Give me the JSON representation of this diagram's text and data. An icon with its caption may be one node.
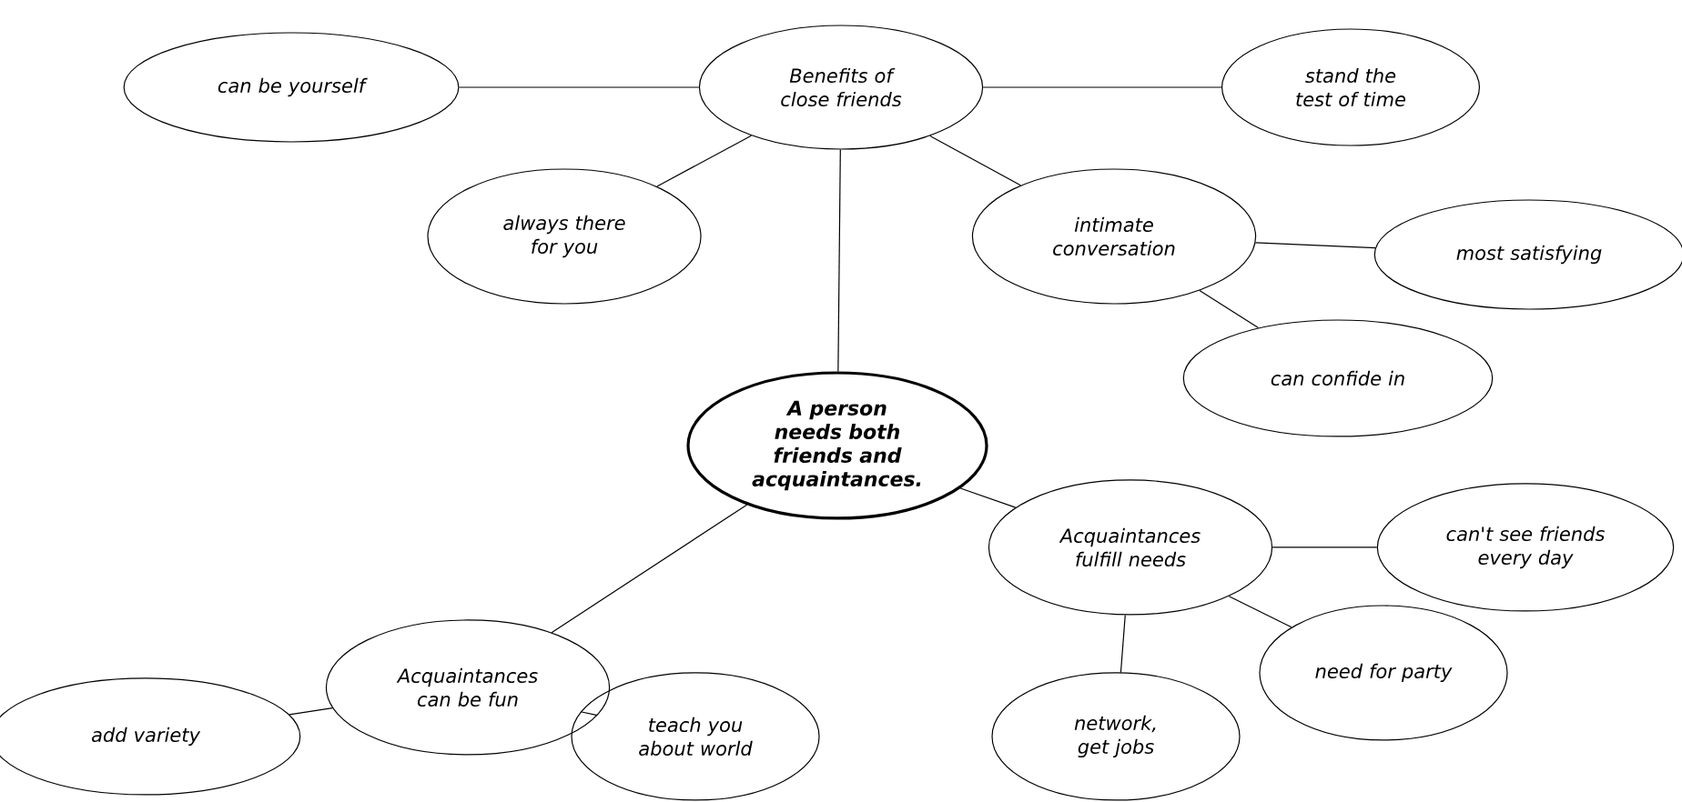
{
  "diagram": {
    "nodes": [
      {
        "text": [
          "A person needs both friends and acquaintances."
        ]
      },
      {
        "text": [
          "Benefits of close friends"
        ]
      },
      {
        "text": [
          "can be yourself"
        ]
      },
      {
        "text": [
          "stand the test of time"
        ]
      },
      {
        "text": [
          "always there for you"
        ]
      },
      {
        "text": [
          "intimate conversation"
        ]
      },
      {
        "text": [
          "most satisfying"
        ]
      },
      {
        "text": [
          "can confide in"
        ]
      },
      {
        "text": [
          "Acquaintances can be fun"
        ]
      },
      {
        "text": [
          "Acquaintances fulfill needs"
        ]
      },
      {
        "text": [
          "can't see friends every day"
        ]
      },
      {
        "text": [
          "add variety"
        ]
      },
      {
        "text": [
          "teach you about world"
        ]
      },
      {
        "text": [
          "network, get jobs"
        ]
      },
      {
        "text": [
          "need for party"
        ]
      }
    ],
    "edges": [
      {
        "from": 1,
        "to": 2,
        "arrow": "none"
      },
      {
        "from": 1,
        "to": 3,
        "arrow": "none"
      },
      {
        "from": 1,
        "to": 4,
        "arrow": "none"
      },
      {
        "from": 1,
        "to": 5,
        "arrow": "none"
      },
      {
        "from": 5,
        "to": 6,
        "arrow": "none"
      },
      {
        "from": 5,
        "to": 7,
        "arrow": "none"
      },
      {
        "from": 1,
        "to": 0,
        "arrow": "none"
      },
      {
        "from": 0,
        "to": 8,
        "arrow": "none"
      },
      {
        "from": 0,
        "to": 9,
        "arrow": "none"
      },
      {
        "from": 9,
        "to": 10,
        "arrow": "none"
      },
      {
        "from": 9,
        "to": 13,
        "arrow": "none"
      },
      {
        "from": 9,
        "to": 14,
        "arrow": "none"
      },
      {
        "from": 8,
        "to": 11,
        "arrow": "none"
      },
      {
        "from": 8,
        "to": 12,
        "arrow": "none"
      }
    ]
  }
}
